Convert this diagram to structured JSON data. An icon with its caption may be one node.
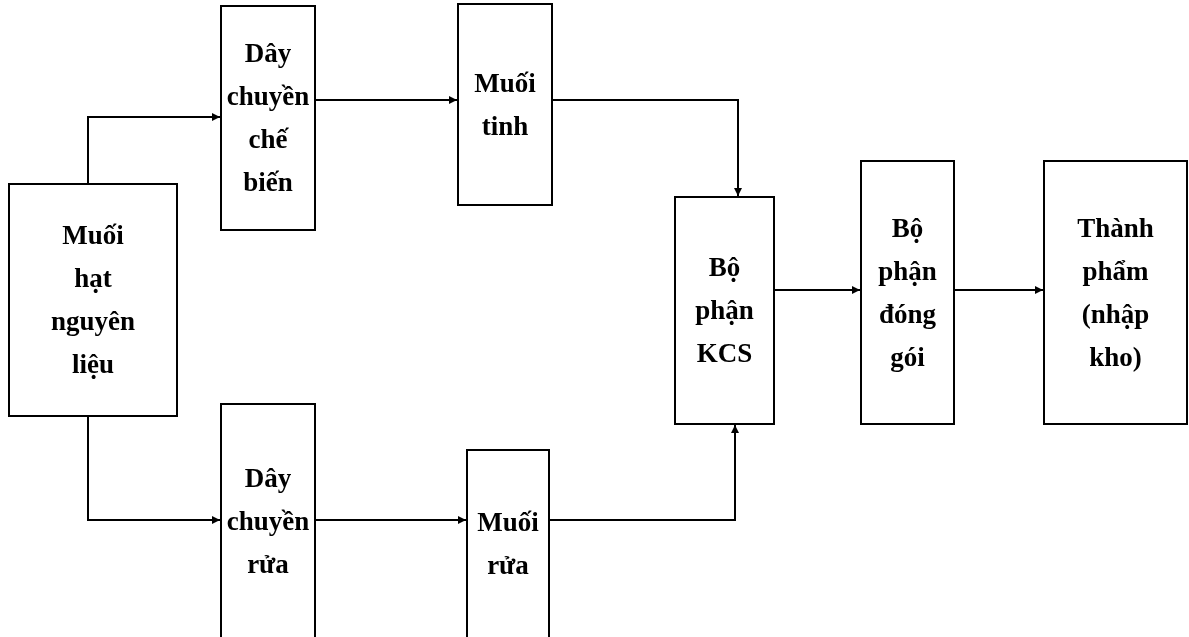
{
  "diagram": {
    "nodes": [
      {
        "text": [
          "Muối hạt nguyên liệu"
        ]
      },
      {
        "text": [
          "Dây chuyền chế biến"
        ]
      },
      {
        "text": [
          "Muối tinh"
        ]
      },
      {
        "text": [
          "Dây chuyền rửa"
        ]
      },
      {
        "text": [
          "Muối rửa"
        ]
      },
      {
        "text": [
          "Bộ phận KCS"
        ]
      },
      {
        "text": [
          "Bộ phận đóng gói"
        ]
      },
      {
        "text": [
          "Thành phẩm (nhập kho)"
        ]
      }
    ],
    "edges": [
      {
        "from": 0,
        "to": 1,
        "arrow": "to"
      },
      {
        "from": 1,
        "to": 2,
        "arrow": "to"
      },
      {
        "from": 2,
        "to": 5,
        "arrow": "to"
      },
      {
        "from": 0,
        "to": 3,
        "arrow": "to"
      },
      {
        "from": 3,
        "to": 4,
        "arrow": "to"
      },
      {
        "from": 4,
        "to": 5,
        "arrow": "to"
      },
      {
        "from": 5,
        "to": 6,
        "arrow": "to"
      },
      {
        "from": 6,
        "to": 7,
        "arrow": "to"
      }
    ]
  }
}
